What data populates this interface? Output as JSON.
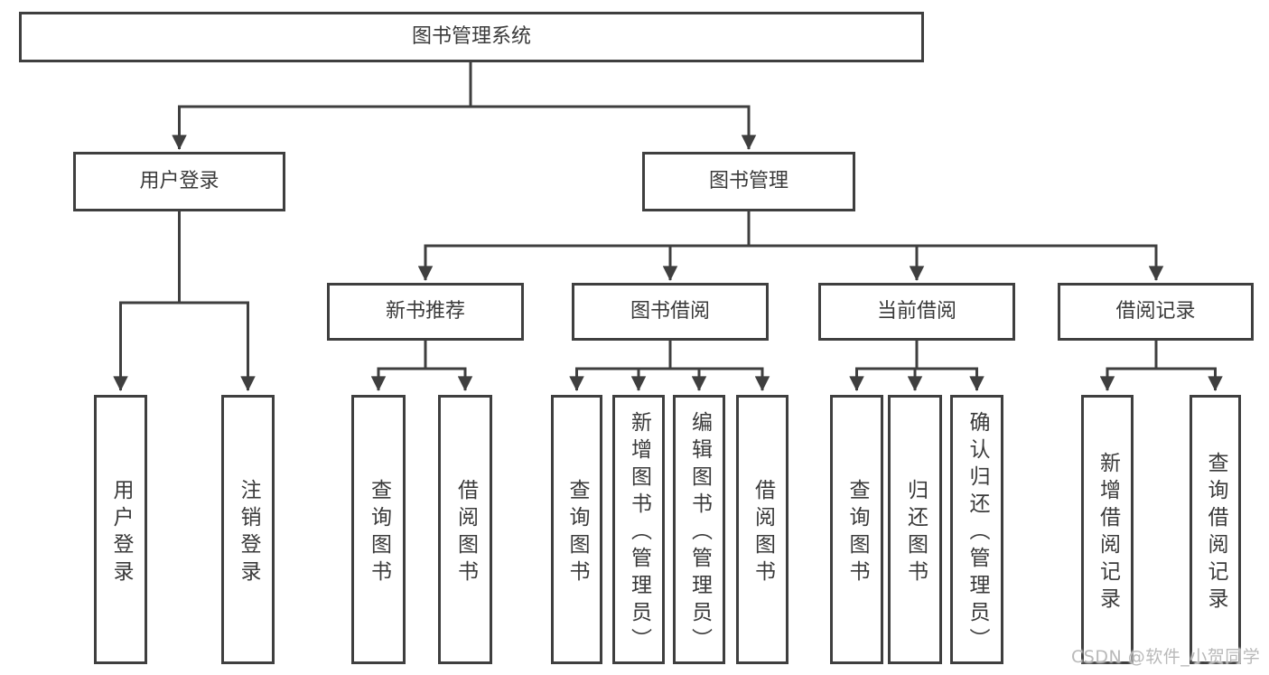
{
  "palette": {
    "box_border": "#3f3f3f",
    "box_fill": "#ffffff",
    "text": "#3a3a3a",
    "connector": "#3f3f3f",
    "watermark_text": "#b9b9b9"
  },
  "tree": {
    "label": "图书管理系统",
    "children": [
      {
        "label": "用户登录",
        "children": [
          {
            "label": "用户登录"
          },
          {
            "label": "注销登录"
          }
        ]
      },
      {
        "label": "图书管理",
        "children": [
          {
            "label": "新书推荐",
            "children": [
              {
                "label": "查询图书"
              },
              {
                "label": "借阅图书"
              }
            ]
          },
          {
            "label": "图书借阅",
            "children": [
              {
                "label": "查询图书"
              },
              {
                "label": "新增图书（管理员）"
              },
              {
                "label": "编辑图书（管理员）"
              },
              {
                "label": "借阅图书"
              }
            ]
          },
          {
            "label": "当前借阅",
            "children": [
              {
                "label": "查询图书"
              },
              {
                "label": "归还图书"
              },
              {
                "label": "确认归还（管理员）"
              }
            ]
          },
          {
            "label": "借阅记录",
            "children": [
              {
                "label": "新增借阅记录"
              },
              {
                "label": "查询借阅记录"
              }
            ]
          }
        ]
      }
    ]
  },
  "watermark": {
    "text": "CSDN @软件_小贺同学"
  }
}
